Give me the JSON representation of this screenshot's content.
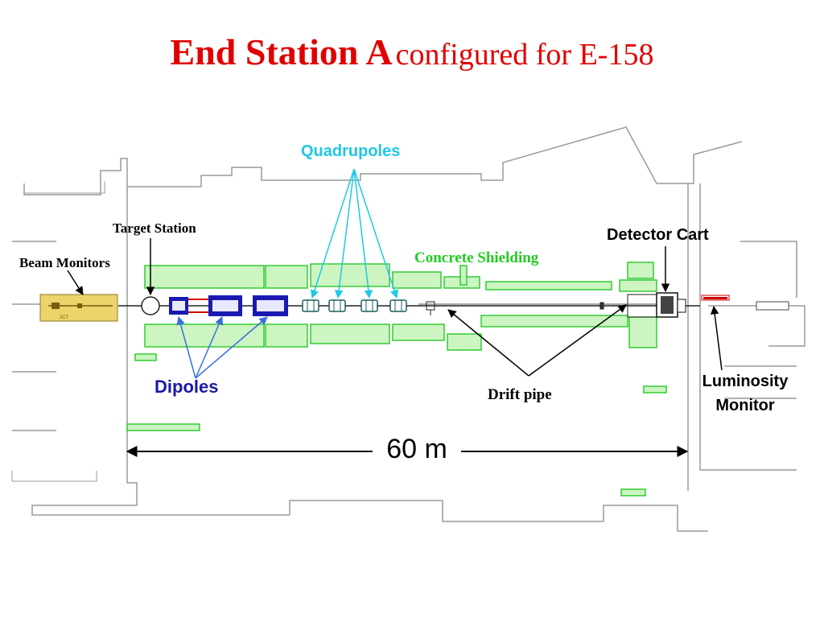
{
  "title": {
    "main": "End Station A",
    "sub": "configured for E-158"
  },
  "labels": {
    "quadrupoles": "Quadrupoles",
    "target_station": "Target Station",
    "beam_monitors": "Beam Monitors",
    "concrete_shielding": "Concrete Shielding",
    "detector_cart": "Detector Cart",
    "dipoles": "Dipoles",
    "drift_pipe": "Drift pipe",
    "luminosity_monitor_line1": "Luminosity",
    "luminosity_monitor_line2": "Monitor",
    "scale": "60 m",
    "beam_monitor_box_tag": "3C7"
  },
  "colors": {
    "title": "#e00000",
    "quadrupoles": "#1ec8e6",
    "concrete_shielding": "#22cc22",
    "dipoles": "#1a1aa8",
    "dipole_arrows": "#3a6fe0",
    "magnet_body": "#1a1ab0",
    "quad_body": "#2a8a8a",
    "shield_fill": "#ccf5c2",
    "shield_stroke": "#33cc33",
    "beam_monitor_box": "#ecd36a",
    "outline": "#9a9a9a"
  }
}
